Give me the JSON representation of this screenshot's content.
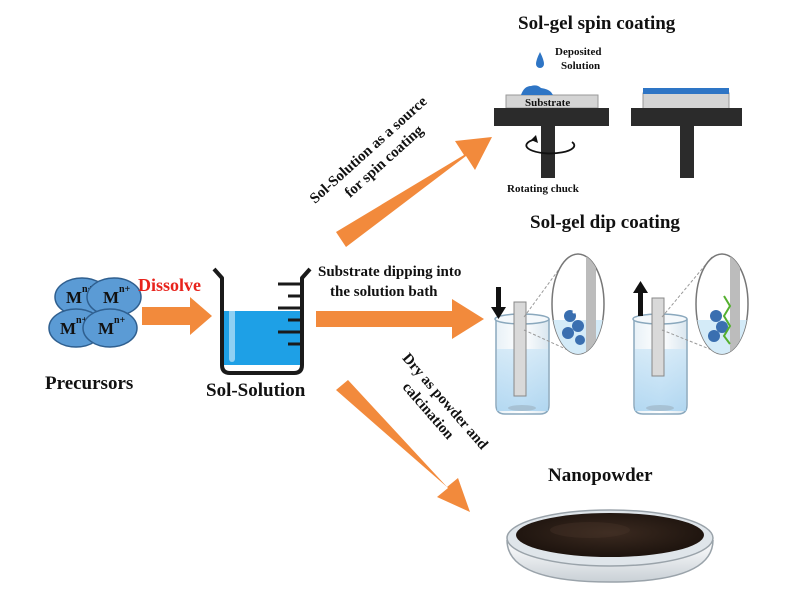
{
  "titles": {
    "spin": "Sol-gel spin coating",
    "dip": "Sol-gel dip coating",
    "nano": "Nanopowder"
  },
  "labels": {
    "dissolve": "Dissolve",
    "precursors": "Precursors",
    "sol_solution": "Sol-Solution",
    "ion": "M",
    "ion_sup": "n+",
    "spin_arrow_line1": "Sol-Solution as a source",
    "spin_arrow_line2": "for spin coating",
    "dip_arrow_line1": "Substrate dipping into",
    "dip_arrow_line2": "the solution bath",
    "dry_arrow_line1": "Dry as powder and",
    "dry_arrow_line2": "calcination",
    "deposited_line1": "Deposited",
    "deposited_line2": "Solution",
    "substrate": "Substrate",
    "rotating_chuck": "Rotating chuck"
  },
  "colors": {
    "arrow": "#f28a3c",
    "ion_fill": "#5b9bd5",
    "ion_stroke": "#2f5f8f",
    "liquid": "#1ea0e6",
    "dissolve_text": "#e8231c",
    "coating": "#2e75c5",
    "chuck": "#2b2b2b",
    "powder": "#2b1d15"
  },
  "icons": {
    "rotation": "rotation-arrow-icon",
    "drop": "droplet-icon",
    "down": "down-arrow-icon",
    "up": "up-arrow-icon"
  }
}
